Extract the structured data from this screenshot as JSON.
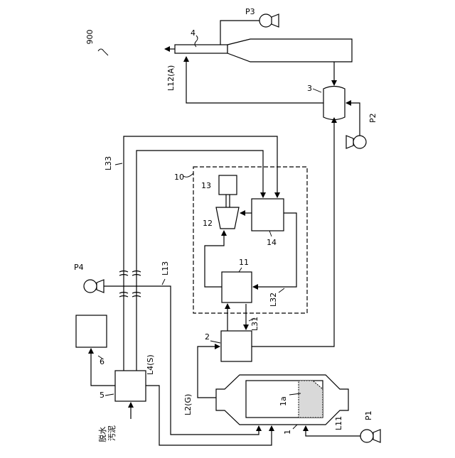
{
  "figure": {
    "number": "900"
  },
  "units": {
    "u1": "1",
    "u1a": "1a",
    "u2": "2",
    "u3": "3",
    "u4": "4",
    "u5": "5",
    "u6": "6",
    "u10": "10",
    "u11": "11",
    "u12": "12",
    "u13": "13",
    "u14": "14"
  },
  "pumps": {
    "p1": "P1",
    "p2": "P2",
    "p3": "P3",
    "p4": "P4"
  },
  "lines": {
    "l11": "L11",
    "l2": "L2(G)",
    "l4": "L4(S)",
    "l12": "L12(A)",
    "l13": "L13",
    "l31": "L31",
    "l32": "L32",
    "l33": "L33"
  },
  "input_label": "脱水\n汚泥"
}
